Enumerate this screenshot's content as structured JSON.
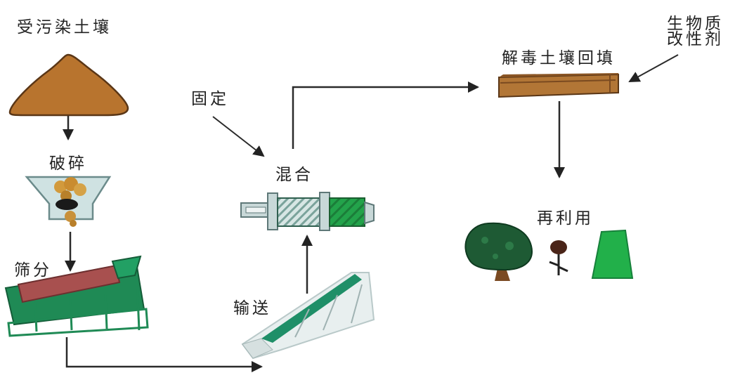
{
  "diagram": {
    "title": "",
    "nodes": [
      {
        "id": "contaminated_soil",
        "label": "受污染土壤",
        "icon": "soil-pile-icon"
      },
      {
        "id": "crushing",
        "label": "破碎",
        "icon": "crusher-hopper-icon"
      },
      {
        "id": "screening",
        "label": "筛分",
        "icon": "trommel-screen-icon"
      },
      {
        "id": "conveying",
        "label": "输送",
        "icon": "belt-conveyor-icon"
      },
      {
        "id": "fixation",
        "label": "固定",
        "icon": ""
      },
      {
        "id": "mixing",
        "label": "混合",
        "icon": "screw-mixer-icon"
      },
      {
        "id": "backfill",
        "label": "解毒土壤回填",
        "icon": "soil-slab-icon"
      },
      {
        "id": "amendment",
        "label_line1": "生物质",
        "label_line2": "改性剂",
        "icon": ""
      },
      {
        "id": "reuse",
        "label": "再利用",
        "icon": "tree-flower-planter-icon"
      }
    ],
    "edges": [
      {
        "from": "contaminated_soil",
        "to": "crushing"
      },
      {
        "from": "crushing",
        "to": "screening"
      },
      {
        "from": "screening",
        "to": "conveying"
      },
      {
        "from": "conveying",
        "to": "mixing"
      },
      {
        "from": "fixation",
        "to": "mixing"
      },
      {
        "from": "mixing",
        "to": "backfill"
      },
      {
        "from": "amendment",
        "to": "backfill"
      },
      {
        "from": "backfill",
        "to": "reuse"
      }
    ]
  },
  "colors": {
    "soil": "#b8742e",
    "soil_edge": "#6b3f1a",
    "machine_green": "#1f8a4c",
    "bright_green": "#22b04a",
    "tree_green": "#1e5a34",
    "steel": "#c9d8d8",
    "arrow": "#333333"
  }
}
